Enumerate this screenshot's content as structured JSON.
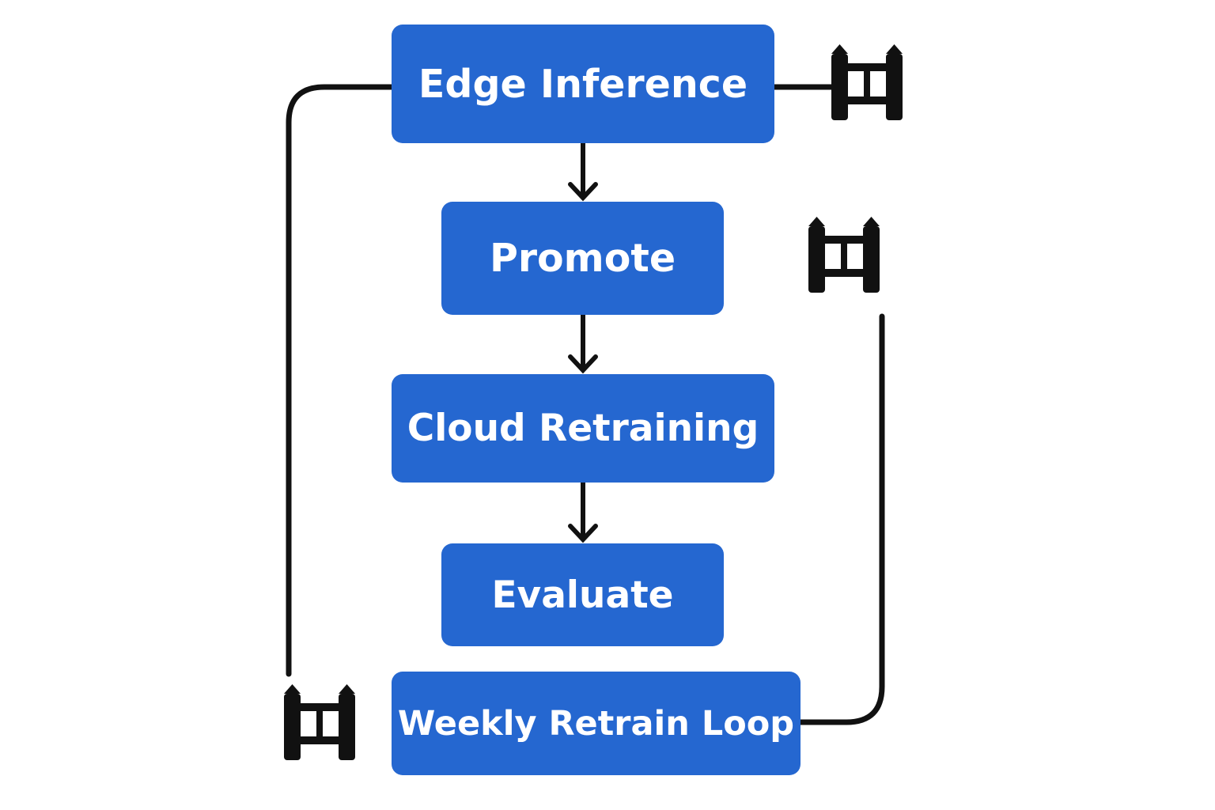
{
  "diagram": {
    "nodes": [
      {
        "id": "edge_inference",
        "label": "Edge Inference"
      },
      {
        "id": "promote",
        "label": "Promote"
      },
      {
        "id": "cloud_retraining",
        "label": "Cloud Retraining"
      },
      {
        "id": "evaluate",
        "label": "Evaluate"
      },
      {
        "id": "weekly_retrain_loop",
        "label": "Weekly Retrain Loop"
      }
    ],
    "edges": [
      {
        "from": "edge_inference",
        "to": "promote"
      },
      {
        "from": "promote",
        "to": "cloud_retraining"
      },
      {
        "from": "cloud_retraining",
        "to": "evaluate"
      }
    ],
    "icons": [
      "gate-icon",
      "gate-icon",
      "gate-icon"
    ]
  },
  "colors": {
    "node_fill": "#2567D0",
    "node_text": "#ffffff",
    "line": "#111111"
  }
}
